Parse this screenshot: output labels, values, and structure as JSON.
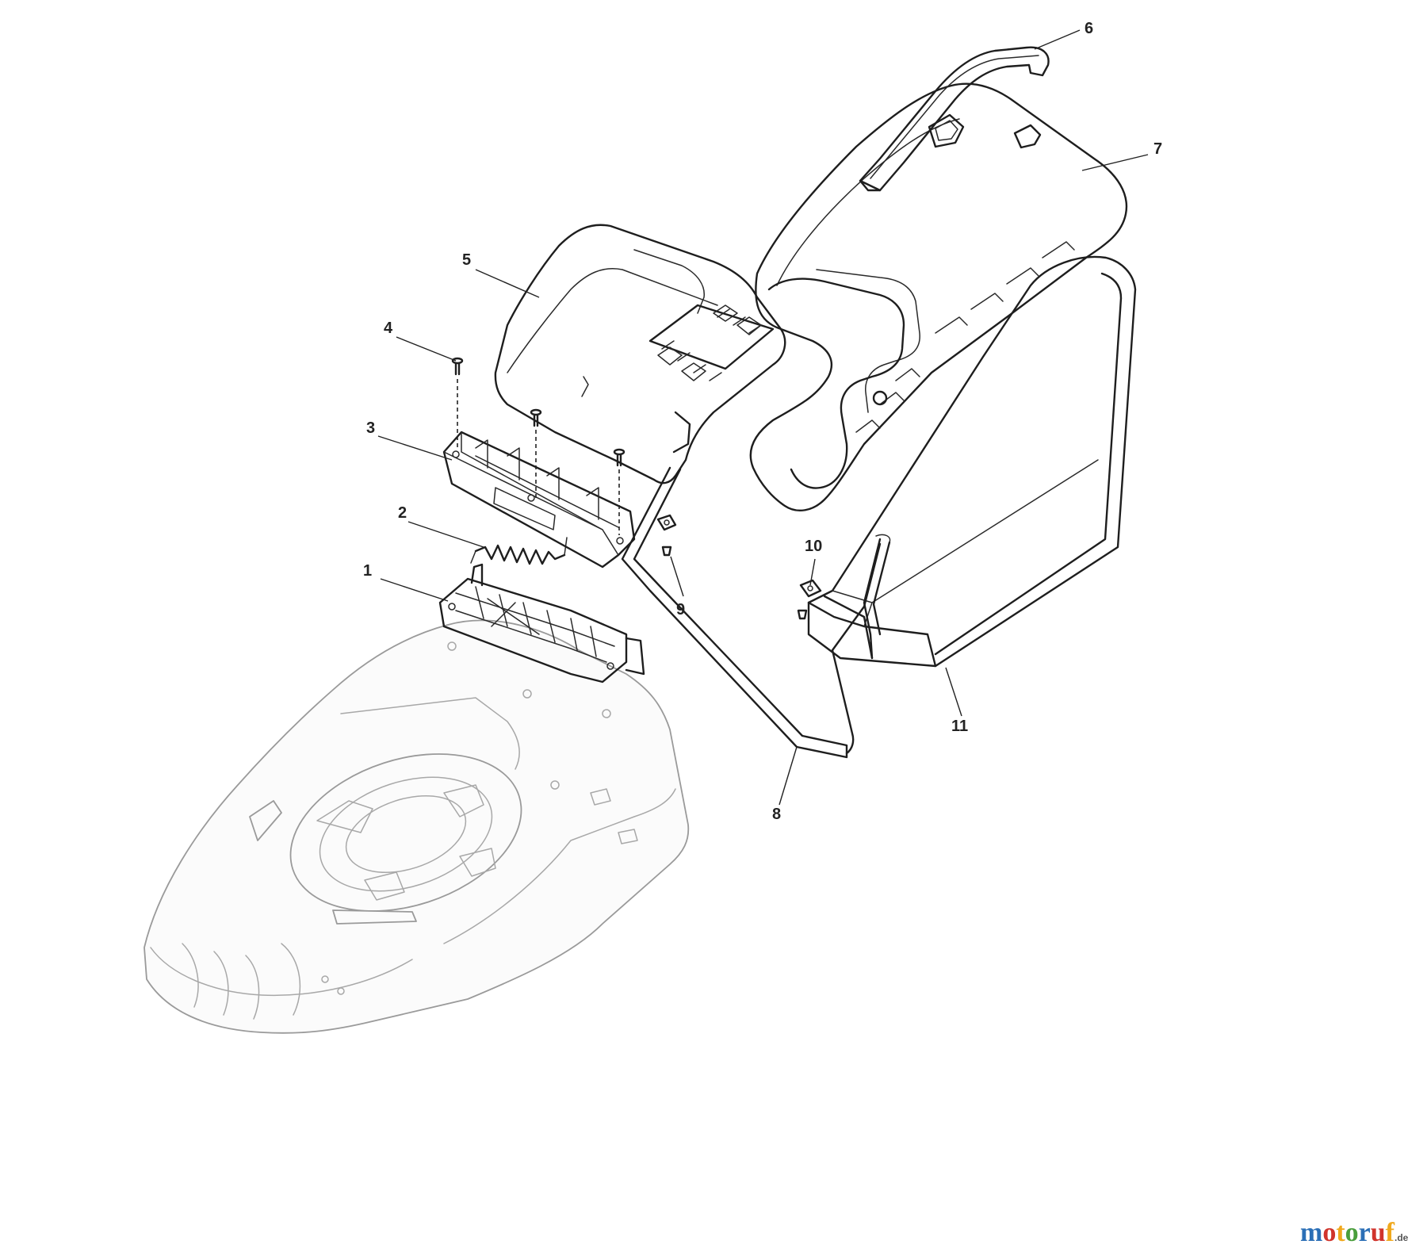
{
  "diagram": {
    "callouts": [
      {
        "id": "1",
        "label": "1"
      },
      {
        "id": "2",
        "label": "2"
      },
      {
        "id": "3",
        "label": "3"
      },
      {
        "id": "4",
        "label": "4"
      },
      {
        "id": "5",
        "label": "5"
      },
      {
        "id": "6",
        "label": "6"
      },
      {
        "id": "7",
        "label": "7"
      },
      {
        "id": "8",
        "label": "8"
      },
      {
        "id": "9",
        "label": "9"
      },
      {
        "id": "10",
        "label": "10"
      },
      {
        "id": "11",
        "label": "11"
      }
    ],
    "parts": {
      "deck": "mower-deck",
      "bracket": "rear-flap-bracket",
      "spring": "torsion-spring",
      "flap": "rear-flap",
      "screws": "screw",
      "hood": "grass-bag-hood",
      "handle": "grass-bag-handle",
      "lid": "grass-bag-lid",
      "frame": "grass-bag-frame",
      "clip": "clip",
      "bag": "grass-bag"
    }
  },
  "watermark": {
    "brand": "motoruf",
    "tld": ".de",
    "colors": {
      "m": "#2b6fb6",
      "o1": "#d0342c",
      "t": "#f0a81c",
      "o2": "#4a9e3c",
      "r": "#2b6fb6",
      "u": "#d0342c",
      "f": "#f0a81c"
    }
  }
}
